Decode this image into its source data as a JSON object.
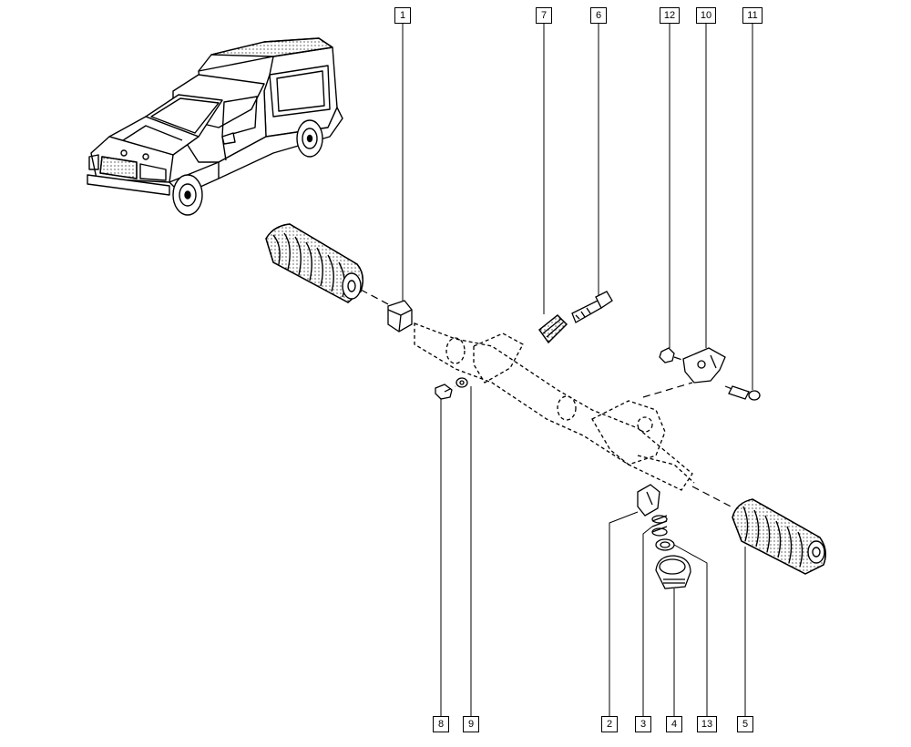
{
  "diagram": {
    "type": "exploded-parts-diagram",
    "parts": [
      {
        "id": "1",
        "label": "1"
      },
      {
        "id": "2",
        "label": "2"
      },
      {
        "id": "3",
        "label": "3"
      },
      {
        "id": "4",
        "label": "4"
      },
      {
        "id": "5",
        "label": "5"
      },
      {
        "id": "6",
        "label": "6"
      },
      {
        "id": "7",
        "label": "7"
      },
      {
        "id": "8",
        "label": "8"
      },
      {
        "id": "9",
        "label": "9"
      },
      {
        "id": "10",
        "label": "10"
      },
      {
        "id": "11",
        "label": "11"
      },
      {
        "id": "12",
        "label": "12"
      },
      {
        "id": "13",
        "label": "13"
      }
    ],
    "colors": {
      "ink": "#000000",
      "background": "#ffffff"
    }
  }
}
